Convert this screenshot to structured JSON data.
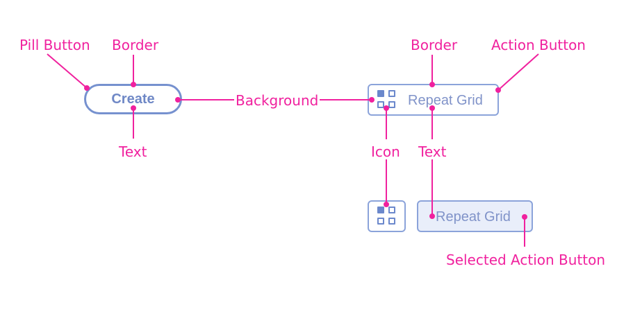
{
  "labels": {
    "pill_button": "Pill Button",
    "border_left": "Border",
    "background": "Background",
    "text_left": "Text",
    "border_right": "Border",
    "action_button": "Action Button",
    "icon": "Icon",
    "text_right": "Text",
    "selected_action_button": "Selected Action Button"
  },
  "buttons": {
    "pill_label": "Create",
    "action_label": "Repeat Grid",
    "selected_label": "Repeat Grid"
  },
  "icons": {
    "grid": "repeat-grid-icon"
  },
  "colors": {
    "annotation": "#f0219e",
    "button_border": "#7691cf",
    "button_text": "#6f88c6",
    "selected_background": "#e9eefa"
  }
}
